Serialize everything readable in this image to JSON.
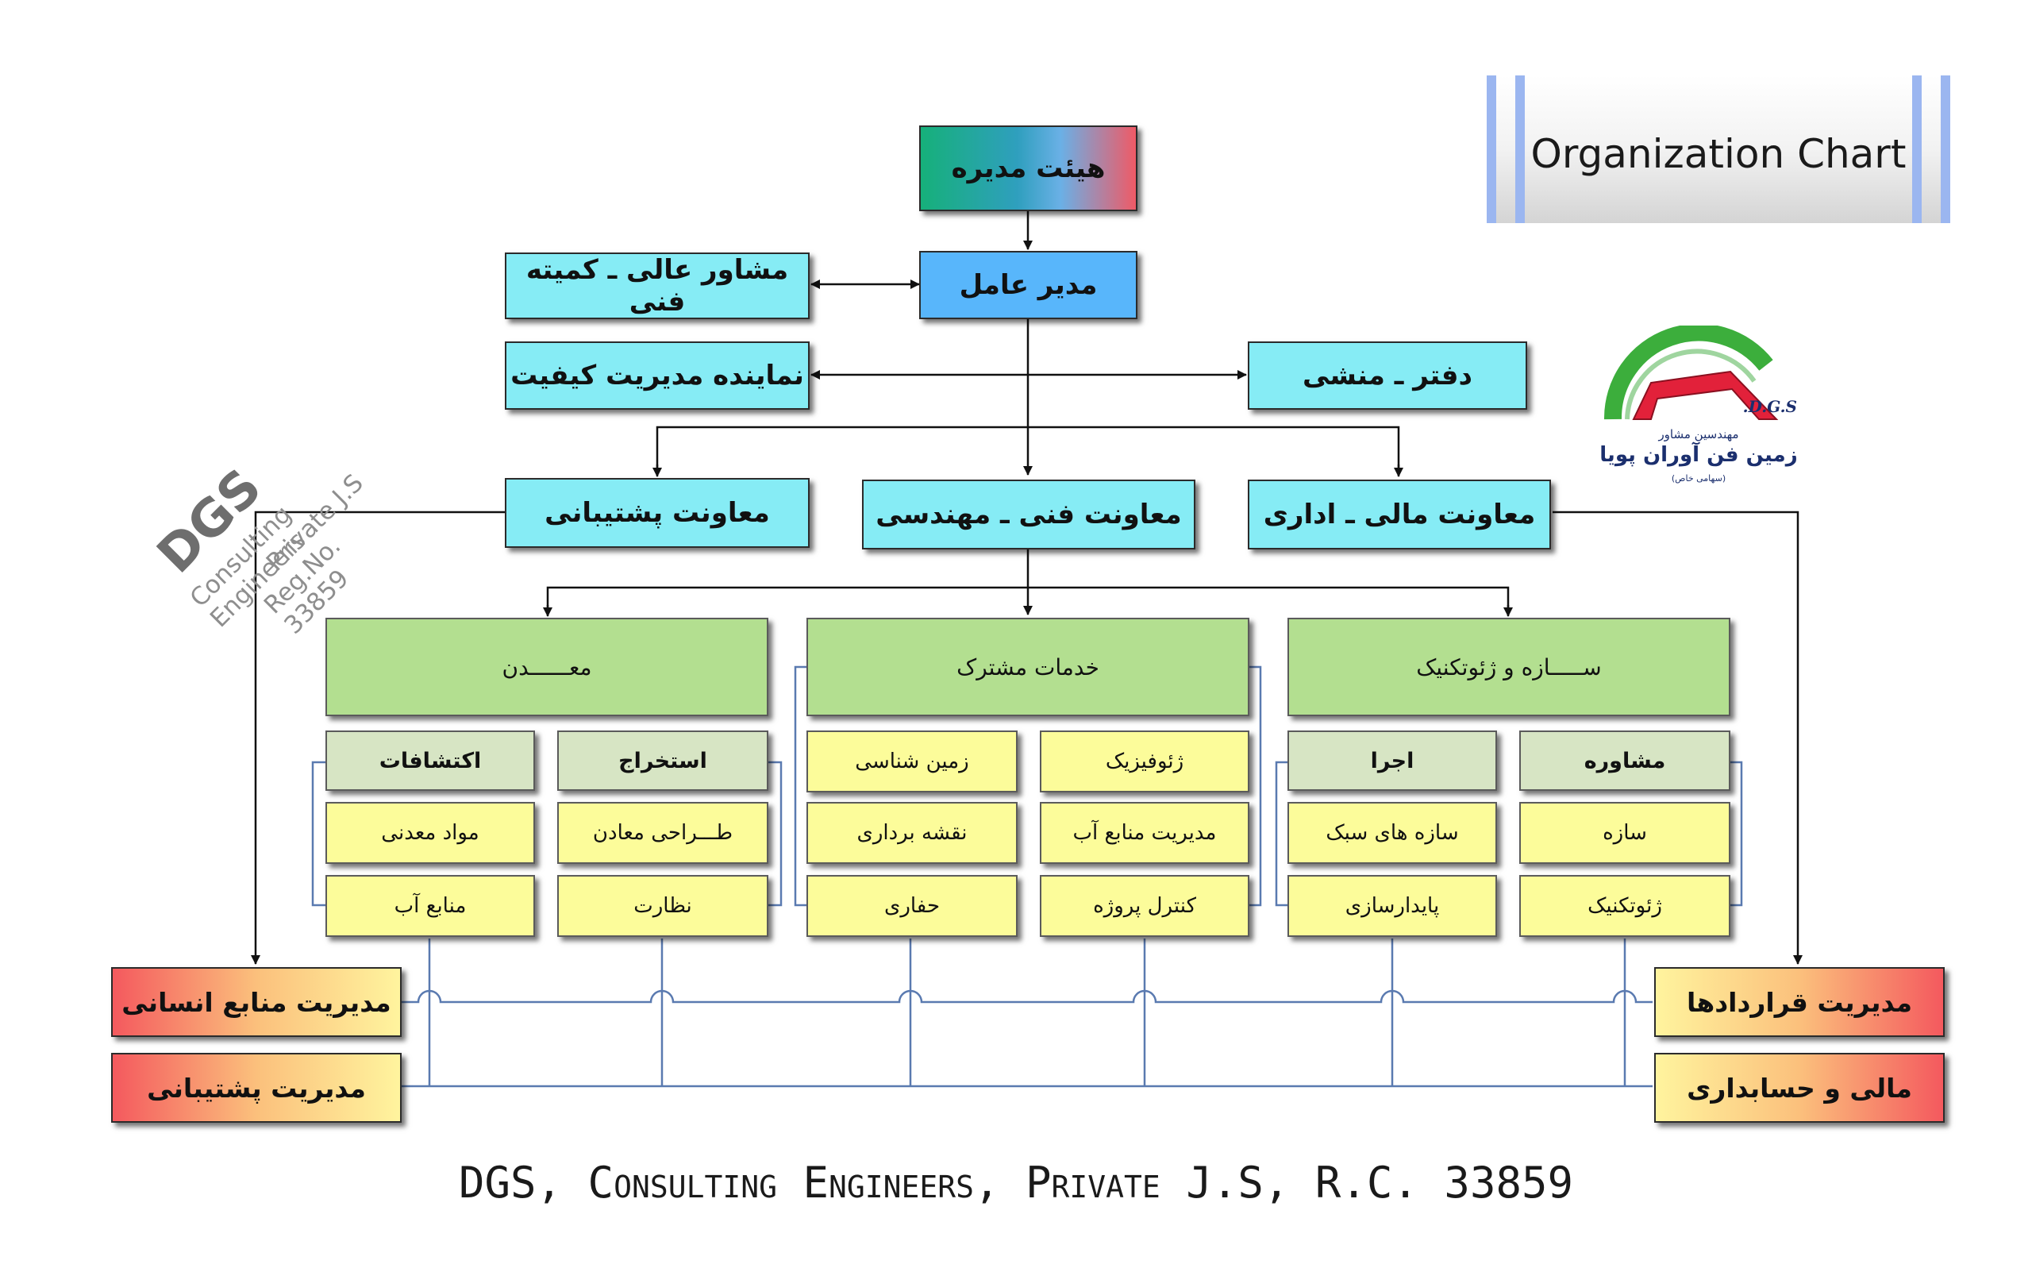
{
  "title": "Organization Chart",
  "footer": "DGS, Consulting Engineers, Private J.S, R.C. 33859",
  "stamp": {
    "name": "DGS",
    "line1": "Consulting Engineers",
    "line2": "Private J.S",
    "line3": "Reg.No. 33859"
  },
  "logo": {
    "letters": "D.G.S.",
    "line1": "مهندسین مشاور",
    "line2": "زمین فن آوران پویا",
    "line3": "(سهامی خاص)"
  },
  "board": "هیئت مدیره",
  "ceo": "مدیر عامل",
  "advisor": "مشاور عالی ـ کمیته فنی",
  "quality_rep": "نماینده مدیریت کیفیت",
  "secretariat": "دفتر ـ منشی",
  "deputies": {
    "support": "معاونت پشتیبانی",
    "technical": "معاونت فنی ـ مهندسی",
    "finance": "معاونت مالی ـ اداری"
  },
  "divisions": {
    "mining": {
      "title": "معــــــدن",
      "col_right": {
        "head": "استخراج",
        "items": [
          "طـــراحی معادن",
          "نظارت"
        ]
      },
      "col_left": {
        "head": "اکتشافات",
        "items": [
          "مواد معدنی",
          "منابع آب"
        ]
      }
    },
    "shared": {
      "title": "خدمات مشترک",
      "col_right": {
        "items": [
          "ژئوفیزیک",
          "مدیریت منابع آب",
          "کنترل پروژه"
        ]
      },
      "col_left": {
        "items": [
          "زمین شناسی",
          "نقشه برداری",
          "حفاری"
        ]
      }
    },
    "structure": {
      "title": "ســـــازه و ژئوتکنیک",
      "col_right": {
        "head": "مشاوره",
        "items": [
          "سازه",
          "ژئوتکنیک"
        ]
      },
      "col_left": {
        "head": "اجرا",
        "items": [
          "سازه های سبک",
          "پایدارسازی"
        ]
      }
    }
  },
  "bottom": {
    "hr": "مدیریت منابع انسانی",
    "support_mgmt": "مدیریت پشتیبانی",
    "contracts": "مدیریت قراردادها",
    "accounting": "مالی و حسابداری"
  }
}
